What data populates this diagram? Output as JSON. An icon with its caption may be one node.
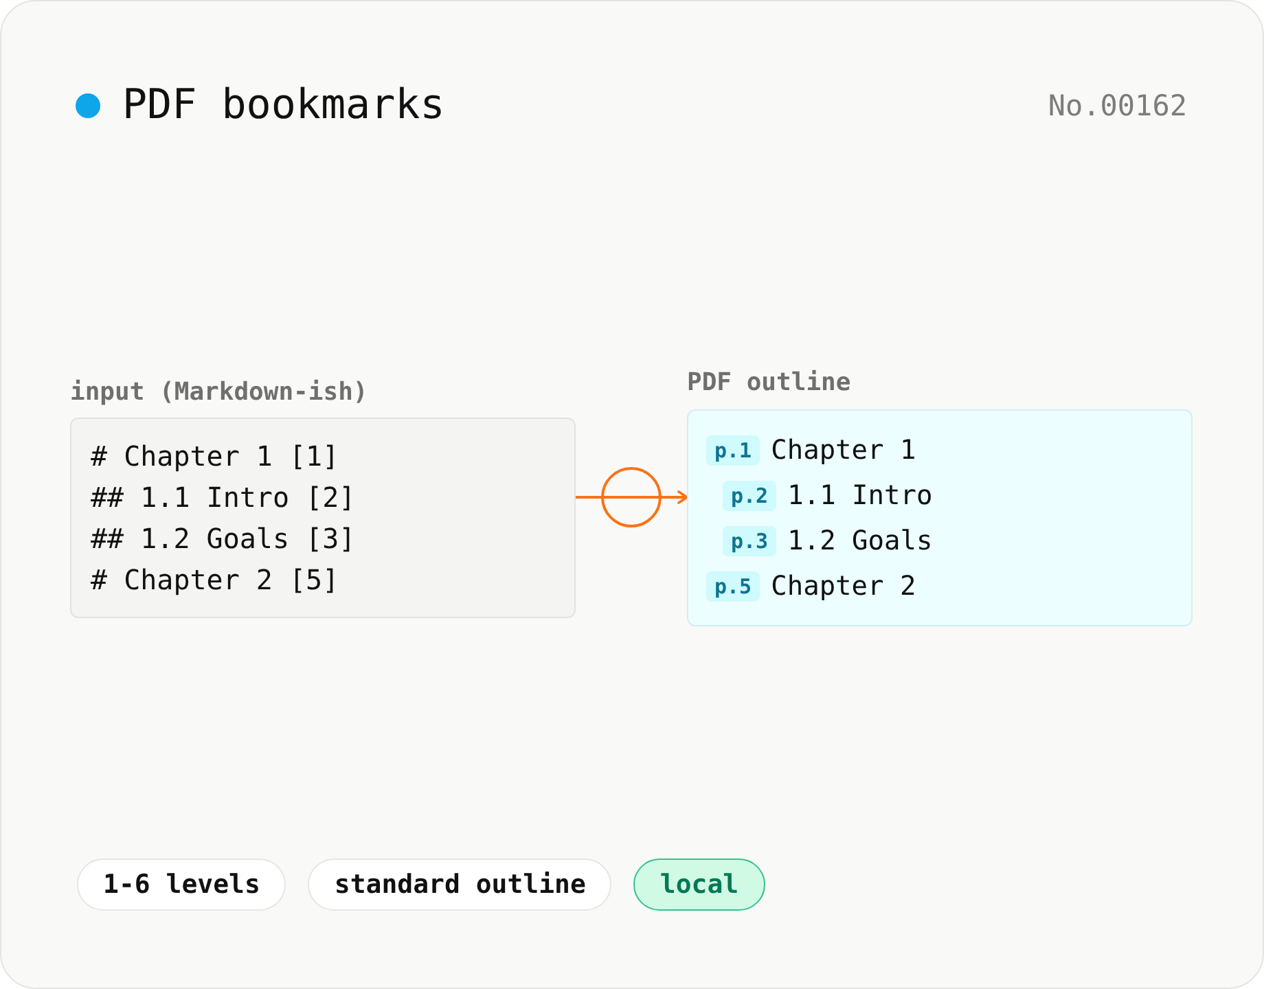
{
  "diagram": {
    "title": "PDF bookmarks",
    "nodes": [
      {
        "text": [
          "input (Markdown-ish)",
          "# Chapter 1 [1]",
          "## 1.1 Intro [2]",
          "## 1.2 Goals [3]",
          "# Chapter 2 [5]"
        ]
      },
      {
        "text": [
          "PDF outline",
          "p.1",
          "Chapter 1",
          "p.2",
          "1.1 Intro",
          "p.3",
          "1.2 Goals",
          "p.5",
          "Chapter 2"
        ]
      }
    ],
    "edges": [
      {
        "from": 0,
        "to": 1,
        "arrow": "to"
      }
    ],
    "labels": [
      "No.00162",
      "1-6 levels",
      "standard outline",
      "local"
    ]
  }
}
